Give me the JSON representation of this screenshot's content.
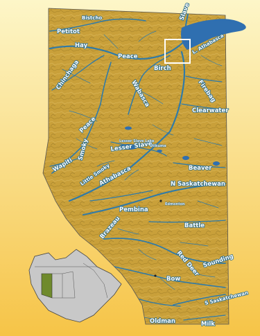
{
  "colors": {
    "background_top": "#fdf6c8",
    "background_bottom": "#f6c447",
    "land": "#c9a03a",
    "water": "#2f6fb0",
    "river": "#2f7aa8",
    "inset_canada": "#c8c8c8",
    "inset_highlight": "#6f8a2c"
  },
  "rivers": {
    "hay": "Hay",
    "petitot": "Petitot",
    "bistcho": "Bistcho",
    "slave_north": "Slave",
    "peace": "Peace",
    "chinchaga": "Chinchaga",
    "athabasca_lake": "L. Athabasca",
    "birch": "Birch",
    "wabasca": "Wabasca",
    "firebag": "Firebag",
    "clearwater": "Clearwater",
    "peace_south": "Peace",
    "lesser_slave": "Lesser Slave",
    "wapiti": "Wapiti",
    "smoky": "Smoky",
    "little_smoky": "Little Smoky",
    "athabasca": "Athabasca",
    "beaver": "Beaver",
    "n_saskatchewan": "N Saskatchewan",
    "pembina": "Pembina",
    "brazeau": "Brazeau",
    "battle": "Battle",
    "red_deer": "Red Deer",
    "sounding": "Sounding",
    "bow": "Bow",
    "s_saskatchewan": "S Saskatchewan",
    "oldman": "Oldman",
    "milk": "Milk"
  },
  "faint_labels": {
    "lake_1": "Lesser Slave Lake",
    "lake_2": "Utikuma",
    "lake_3": "Edmonton"
  }
}
